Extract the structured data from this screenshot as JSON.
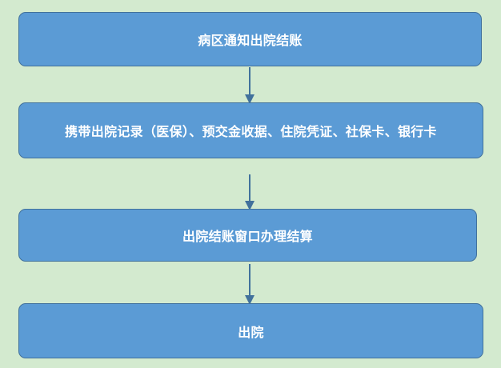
{
  "flowchart": {
    "steps": [
      {
        "label": "病区通知出院结账"
      },
      {
        "label": "携带出院记录（医保）、预交金收据、住院凭证、社保卡、银行卡"
      },
      {
        "label": "出院结账窗口办理结算"
      },
      {
        "label": "出院"
      }
    ]
  },
  "colors": {
    "background": "#d3eacf",
    "box_fill": "#5b9bd5",
    "box_border": "#41719c",
    "arrow": "#41719c",
    "text": "#ffffff"
  }
}
